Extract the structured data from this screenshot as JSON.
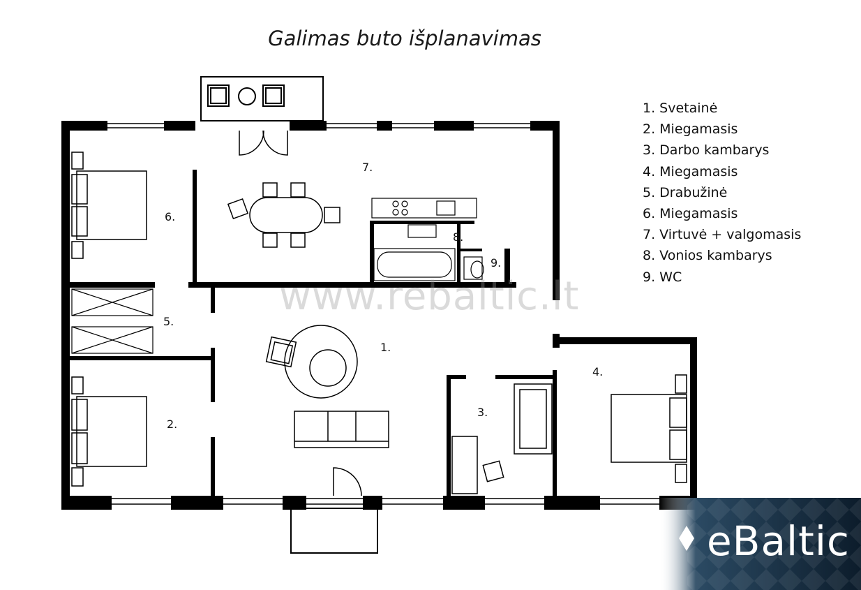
{
  "title": "Galimas buto išplanavimas",
  "room_labels": [
    "1.",
    "2.",
    "3.",
    "4.",
    "5.",
    "6.",
    "7.",
    "8.",
    "9."
  ],
  "legend": [
    "1. Svetainė",
    "2. Miegamasis",
    "3. Darbo kambarys",
    "4. Miegamasis",
    "5. Drabužinė",
    "6. Miegamasis",
    "7. Virtuvė + valgomasis",
    "8. Vonios kambarys",
    "9. WC"
  ],
  "watermark": "www.rebaltic.lt",
  "logo": "eBaltic",
  "colors": {
    "wall": "#000000",
    "logo_bg": "#0e2233",
    "logo_text": "#ffffff"
  }
}
